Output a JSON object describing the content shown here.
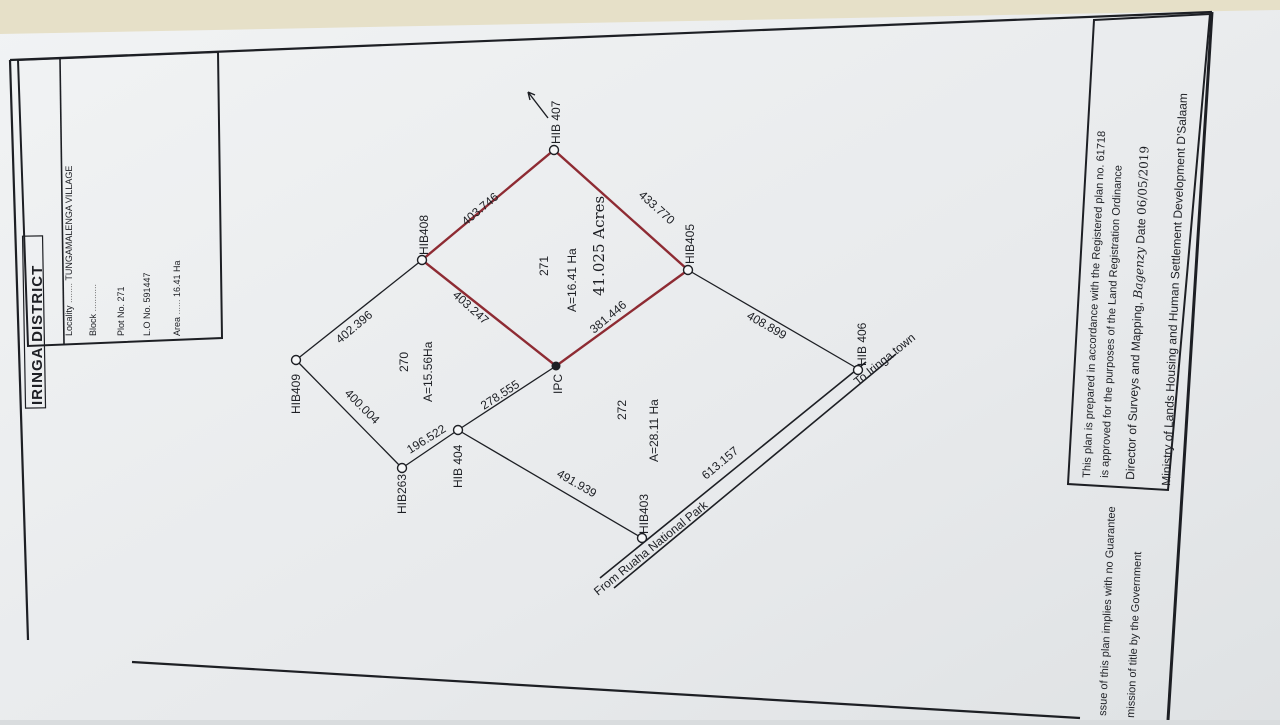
{
  "info_box": {
    "district": "IRINGA DISTRICT",
    "locality_label": "Locality",
    "locality_value": "TUNGAMALENGA VILLAGE",
    "block_label": "Block",
    "plot_label": "Plot No.",
    "plot_value": "271",
    "lo_label": "L.O No.",
    "lo_value": "591447",
    "area_label": "Area",
    "area_value": "16.41 Ha"
  },
  "beacons": {
    "hib407": "HIB 407",
    "hib408": "HIB408",
    "hib405": "HIB405",
    "hib409": "HIB409",
    "hib406": "HIB 406",
    "hib404": "HIB 404",
    "hib403": "HIB403",
    "hib263": "HIB263",
    "ipc": "IPC"
  },
  "distances": {
    "d_408_407": "403.746",
    "d_407_405": "433.770",
    "d_405_ipc": "381.446",
    "d_408_ipc": "403.247",
    "d_409_408": "402.396",
    "d_409_263": "400.004",
    "d_263_404": "196.522",
    "d_404_ipc": "278.555",
    "d_404_403": "491.939",
    "d_405_406": "408.899",
    "d_road": "613.157"
  },
  "plots": {
    "p271_no": "271",
    "p271_area": "A=16.41 Ha",
    "p271_acres": "41.025 Acres",
    "p270_no": "270",
    "p270_area": "A=15.56Ha",
    "p272_no": "272",
    "p272_area": "A=28.11 Ha"
  },
  "road": {
    "from": "From Ruaha National Park",
    "to": "To Iringa town"
  },
  "certificate": {
    "line1": "This plan is prepared in accordance with the Registered plan no.",
    "plan_no": "61718",
    "line2": "is approved for the purposes of the Land Registration Ordinance",
    "line3": "Director of Surveys and Mapping,",
    "signature": "Bagenzy",
    "date_label": "Date",
    "date_value": "06/05/2019",
    "line4": "Ministry of Lands Housing and Human Settlement Development D'Salaam"
  },
  "disclaimer": {
    "line1": "ssue of this plan implies with no Guarantee",
    "line2": "mission of title by the Government"
  },
  "colors": {
    "paper": "#eceef0",
    "ink": "#1d1f24",
    "boundary_red": "#8e2b33"
  }
}
